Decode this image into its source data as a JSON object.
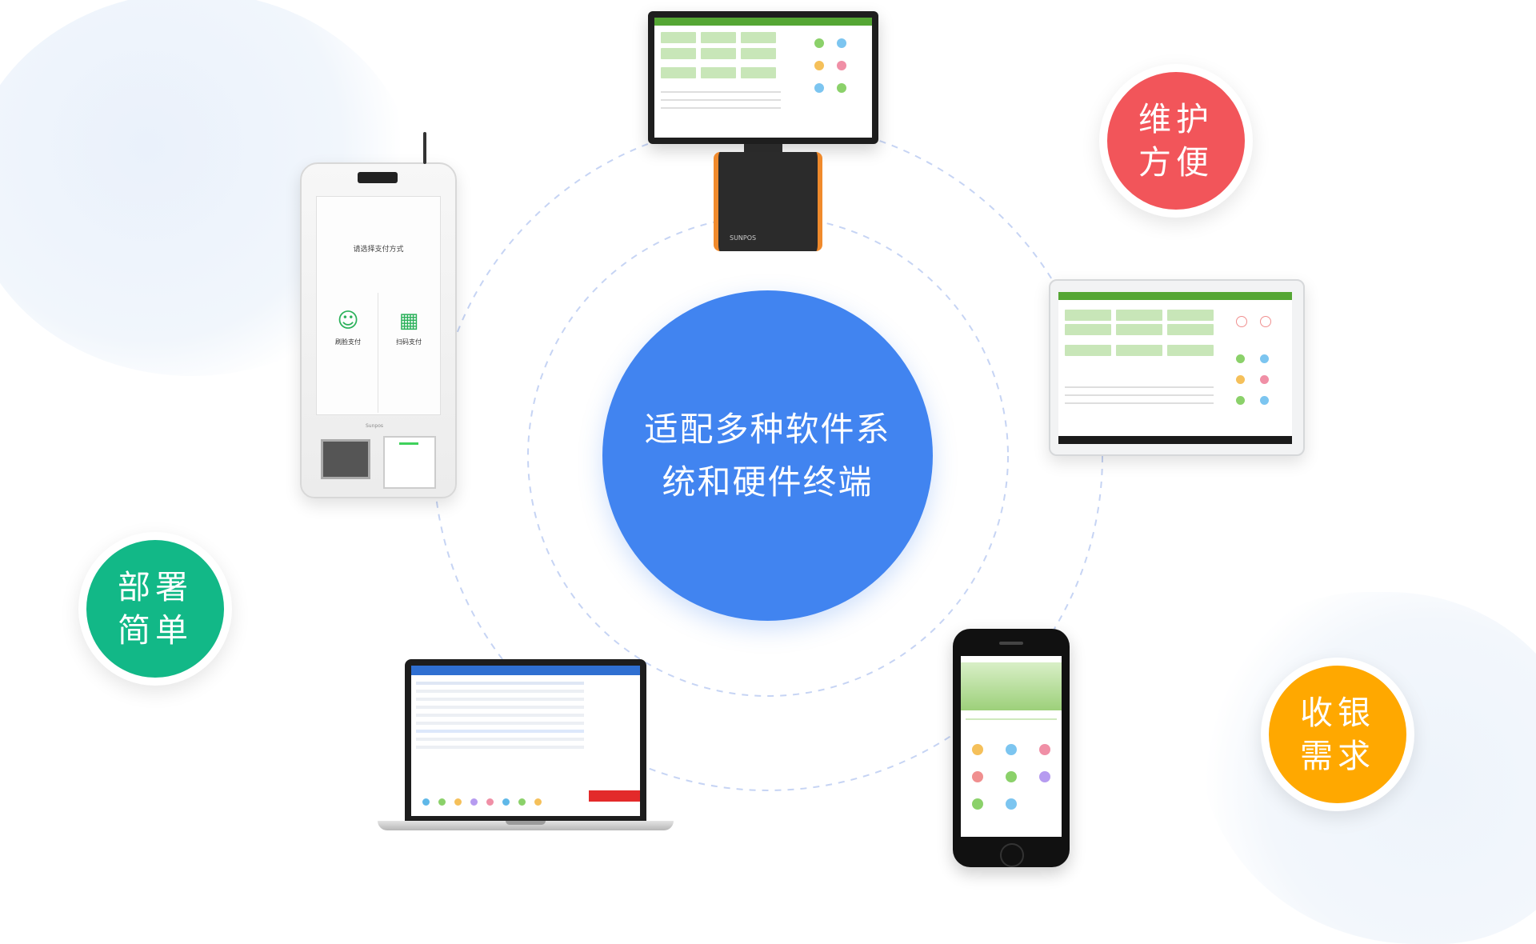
{
  "center": {
    "line1": "适配多种软件系",
    "line2": "统和硬件终端"
  },
  "badges": {
    "maintenance": {
      "line1": "维护",
      "line2": "方便"
    },
    "deployment": {
      "line1": "部署",
      "line2": "简单"
    },
    "checkout": {
      "line1": "收银",
      "line2": "需求"
    }
  },
  "kiosk": {
    "prompt": "请选择支付方式",
    "face_pay": "刷脸支付",
    "qr_pay": "扫码支付",
    "brand": "Sunpos"
  },
  "pos": {
    "brand": "SUNPOS"
  },
  "colors": {
    "center_blue": "#4184f0",
    "badge_red": "#f2555a",
    "badge_green": "#12b887",
    "badge_orange": "#ffa800",
    "ring_dash": "#c6d4f4"
  },
  "icons": {
    "face_pay": "face-scan-icon",
    "qr_pay": "qr-code-icon"
  }
}
